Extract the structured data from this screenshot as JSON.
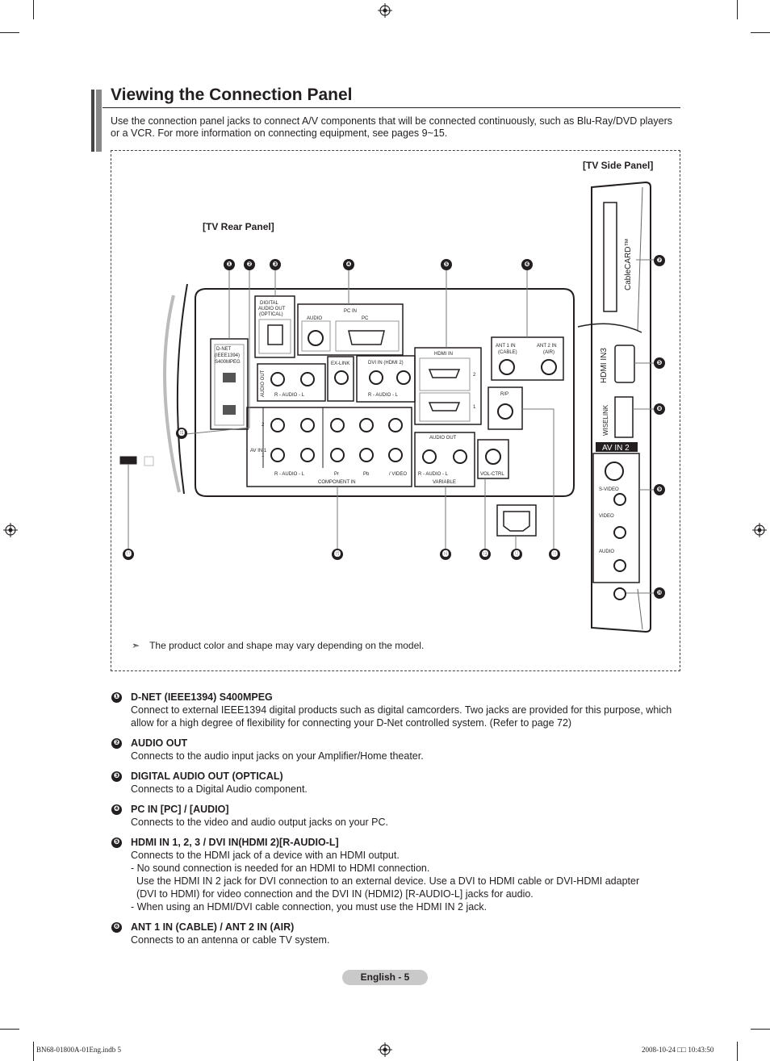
{
  "heading": {
    "title": "Viewing the Connection Panel",
    "intro": "Use the connection panel jacks to connect A/V components that will be connected continuously, such as Blu-Ray/DVD players or a VCR. For more information on connecting equipment, see pages 9~15."
  },
  "diagram": {
    "side_panel_label": "[TV Side Panel]",
    "rear_panel_label": "[TV Rear Panel]",
    "note_arrow": "➣",
    "note": "The product color and shape may vary depending on the model.",
    "rear_jacks": {
      "dnet": "D-NET",
      "dnet2": "(IEEE1394)",
      "dnet3": "S400MPEG",
      "digital_audio_out1": "DIGITAL",
      "digital_audio_out2": "AUDIO OUT",
      "digital_audio_out3": "(OPTICAL)",
      "pc_in": "PC IN",
      "pc_audio": "AUDIO",
      "pc_pc": "PC",
      "audio_out": "AUDIO OUT",
      "audio_rl": "R - AUDIO - L",
      "ex_link": "EX-LINK",
      "dvi_in": "DVI IN (HDMI 2)",
      "hdmi_in": "HDMI IN",
      "hdmi_1": "1",
      "hdmi_2": "2",
      "ant1": "ANT 1 IN",
      "ant1_sub": "(CABLE)",
      "ant2": "ANT 2 IN",
      "ant2_sub": "(AIR)",
      "rp": "R/P",
      "av_in": "AV IN 1",
      "av_1": "1",
      "av_2": "2",
      "component_in": "COMPONENT IN",
      "pr": "Pr",
      "pb": "Pb",
      "y_video": "/ VIDEO",
      "audio_out_var": "AUDIO OUT",
      "variable": "VARIABLE",
      "vol_ctrl": "VOL-CTRL"
    },
    "side_jacks": {
      "cablecard": "CableCARD™",
      "hdmi_in3": "HDMI IN3",
      "wiselink": "WISELINK",
      "av_in2": "AV IN 2",
      "svideo": "S-VIDEO",
      "video": "VIDEO",
      "audio": "AUDIO"
    },
    "callouts": [
      "❶",
      "❷",
      "❸",
      "❹",
      "❺",
      "❻",
      "❼",
      "❽",
      "❾",
      "❿",
      "⓫",
      "⓬",
      "⓭",
      "⓮",
      "⓯",
      "⓰",
      "⓱"
    ]
  },
  "items": [
    {
      "num": "❶",
      "heading": "D-NET (IEEE1394) S400MPEG",
      "desc": "Connect to external IEEE1394 digital products such as digital camcorders. Two jacks are provided for this purpose, which allow for a high degree of flexibility for connecting your D-Net controlled system. (Refer to page 72)"
    },
    {
      "num": "❷",
      "heading": "AUDIO OUT",
      "desc": "Connects to the audio input jacks on your Amplifier/Home theater."
    },
    {
      "num": "❸",
      "heading": "DIGITAL AUDIO OUT (OPTICAL)",
      "desc": "Connects to a Digital Audio component."
    },
    {
      "num": "❹",
      "heading": "PC IN [PC] / [AUDIO]",
      "desc": "Connects to the video and audio output jacks on your PC."
    },
    {
      "num": "❺",
      "heading": "HDMI IN 1, 2, 3 / DVI IN(HDMI 2)[R-AUDIO-L]",
      "desc": "Connects to the HDMI jack of a device with an HDMI output.\n- No sound connection is needed for an HDMI to HDMI connection.\n  Use the HDMI IN 2 jack for DVI connection to an external device. Use a DVI to HDMI cable or DVI-HDMI adapter\n  (DVI to HDMI) for video connection and the DVI IN (HDMI2) [R-AUDIO-L] jacks for audio.\n- When using an HDMI/DVI cable connection, you must use the HDMI IN 2 jack."
    },
    {
      "num": "❻",
      "heading": "ANT 1 IN (CABLE) / ANT 2 IN (AIR)",
      "desc": "Connects to an antenna or cable TV system."
    }
  ],
  "footer": {
    "page_label": "English - 5",
    "slug_left": "BN68-01800A-01Eng.indb   5",
    "slug_right": "2008-10-24   □□ 10:43:50"
  }
}
